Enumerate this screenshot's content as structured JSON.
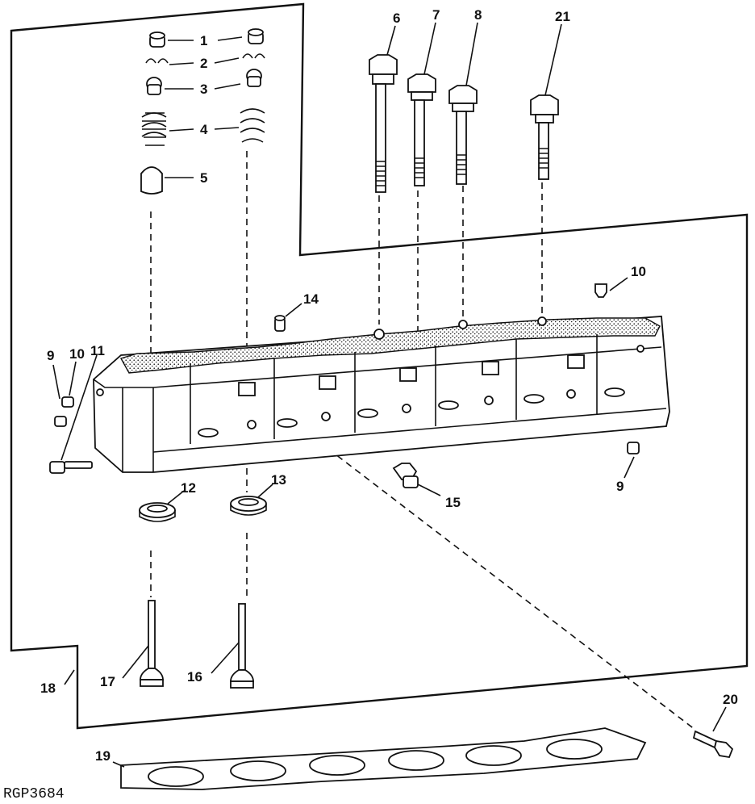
{
  "figure_id": "RGP3684",
  "callouts": [
    "1",
    "2",
    "3",
    "4",
    "5",
    "6",
    "7",
    "8",
    "21",
    "10",
    "14",
    "9",
    "10",
    "11",
    "12",
    "13",
    "15",
    "9",
    "17",
    "16",
    "18",
    "20",
    "19"
  ]
}
